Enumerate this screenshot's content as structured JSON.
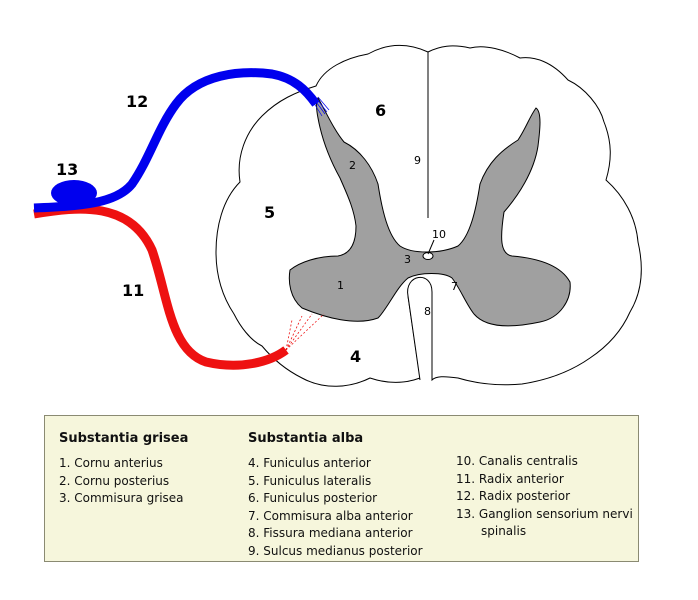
{
  "labels": {
    "n1": "1",
    "n2": "2",
    "n3": "3",
    "n4": "4",
    "n5": "5",
    "n6": "6",
    "n7": "7",
    "n8": "8",
    "n9": "9",
    "n10": "10",
    "n11": "11",
    "n12": "12",
    "n13": "13"
  },
  "colors": {
    "grey_matter": "#a0a0a0",
    "anterior_root": "#ee1111",
    "posterior_root": "#0000ee",
    "legend_bg": "#f6f6dc"
  },
  "legend": {
    "grisea": {
      "title": "Substantia grisea",
      "items": [
        "1. Cornu anterius",
        "2. Cornu posterius",
        "3. Commisura grisea"
      ]
    },
    "alba": {
      "title": "Substantia alba",
      "items": [
        "4. Funiculus anterior",
        "5. Funiculus lateralis",
        "6. Funiculus posterior",
        "7. Commisura alba anterior",
        "8. Fissura mediana anterior",
        "9. Sulcus medianus posterior"
      ]
    },
    "other": {
      "items": [
        "10. Canalis centralis",
        "11. Radix anterior",
        "12. Radix posterior",
        "13. Ganglion sensorium nervi"
      ],
      "continuation": "spinalis"
    }
  }
}
